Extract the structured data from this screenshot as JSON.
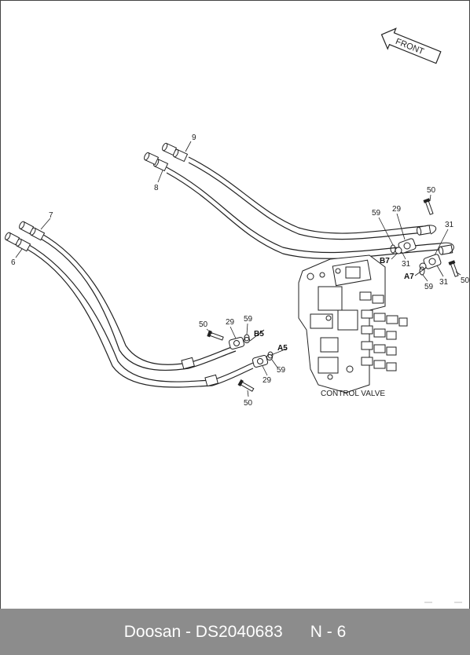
{
  "diagram": {
    "front_label": "FRONT",
    "control_valve_label": "CONTROL VALVE",
    "parts": {
      "p9": "9",
      "p8": "8",
      "p7": "7",
      "p6": "6",
      "p50_top": "50",
      "p29_top": "29",
      "p59_top": "59",
      "p31_top": "31",
      "p31_mid": "31",
      "p31_right": "31",
      "p50_right": "50",
      "p59_mid": "59",
      "p50_left": "50",
      "p29_left": "29",
      "p59_left": "59",
      "p59_low": "59",
      "p29_low": "29",
      "p50_low": "50"
    },
    "ports": {
      "b7": "B7",
      "a7": "A7",
      "b5": "B5",
      "a5": "A5"
    }
  },
  "footer": {
    "brand": "Doosan",
    "separator": " - ",
    "part_number": "DS2040683",
    "page": "N - 6"
  }
}
